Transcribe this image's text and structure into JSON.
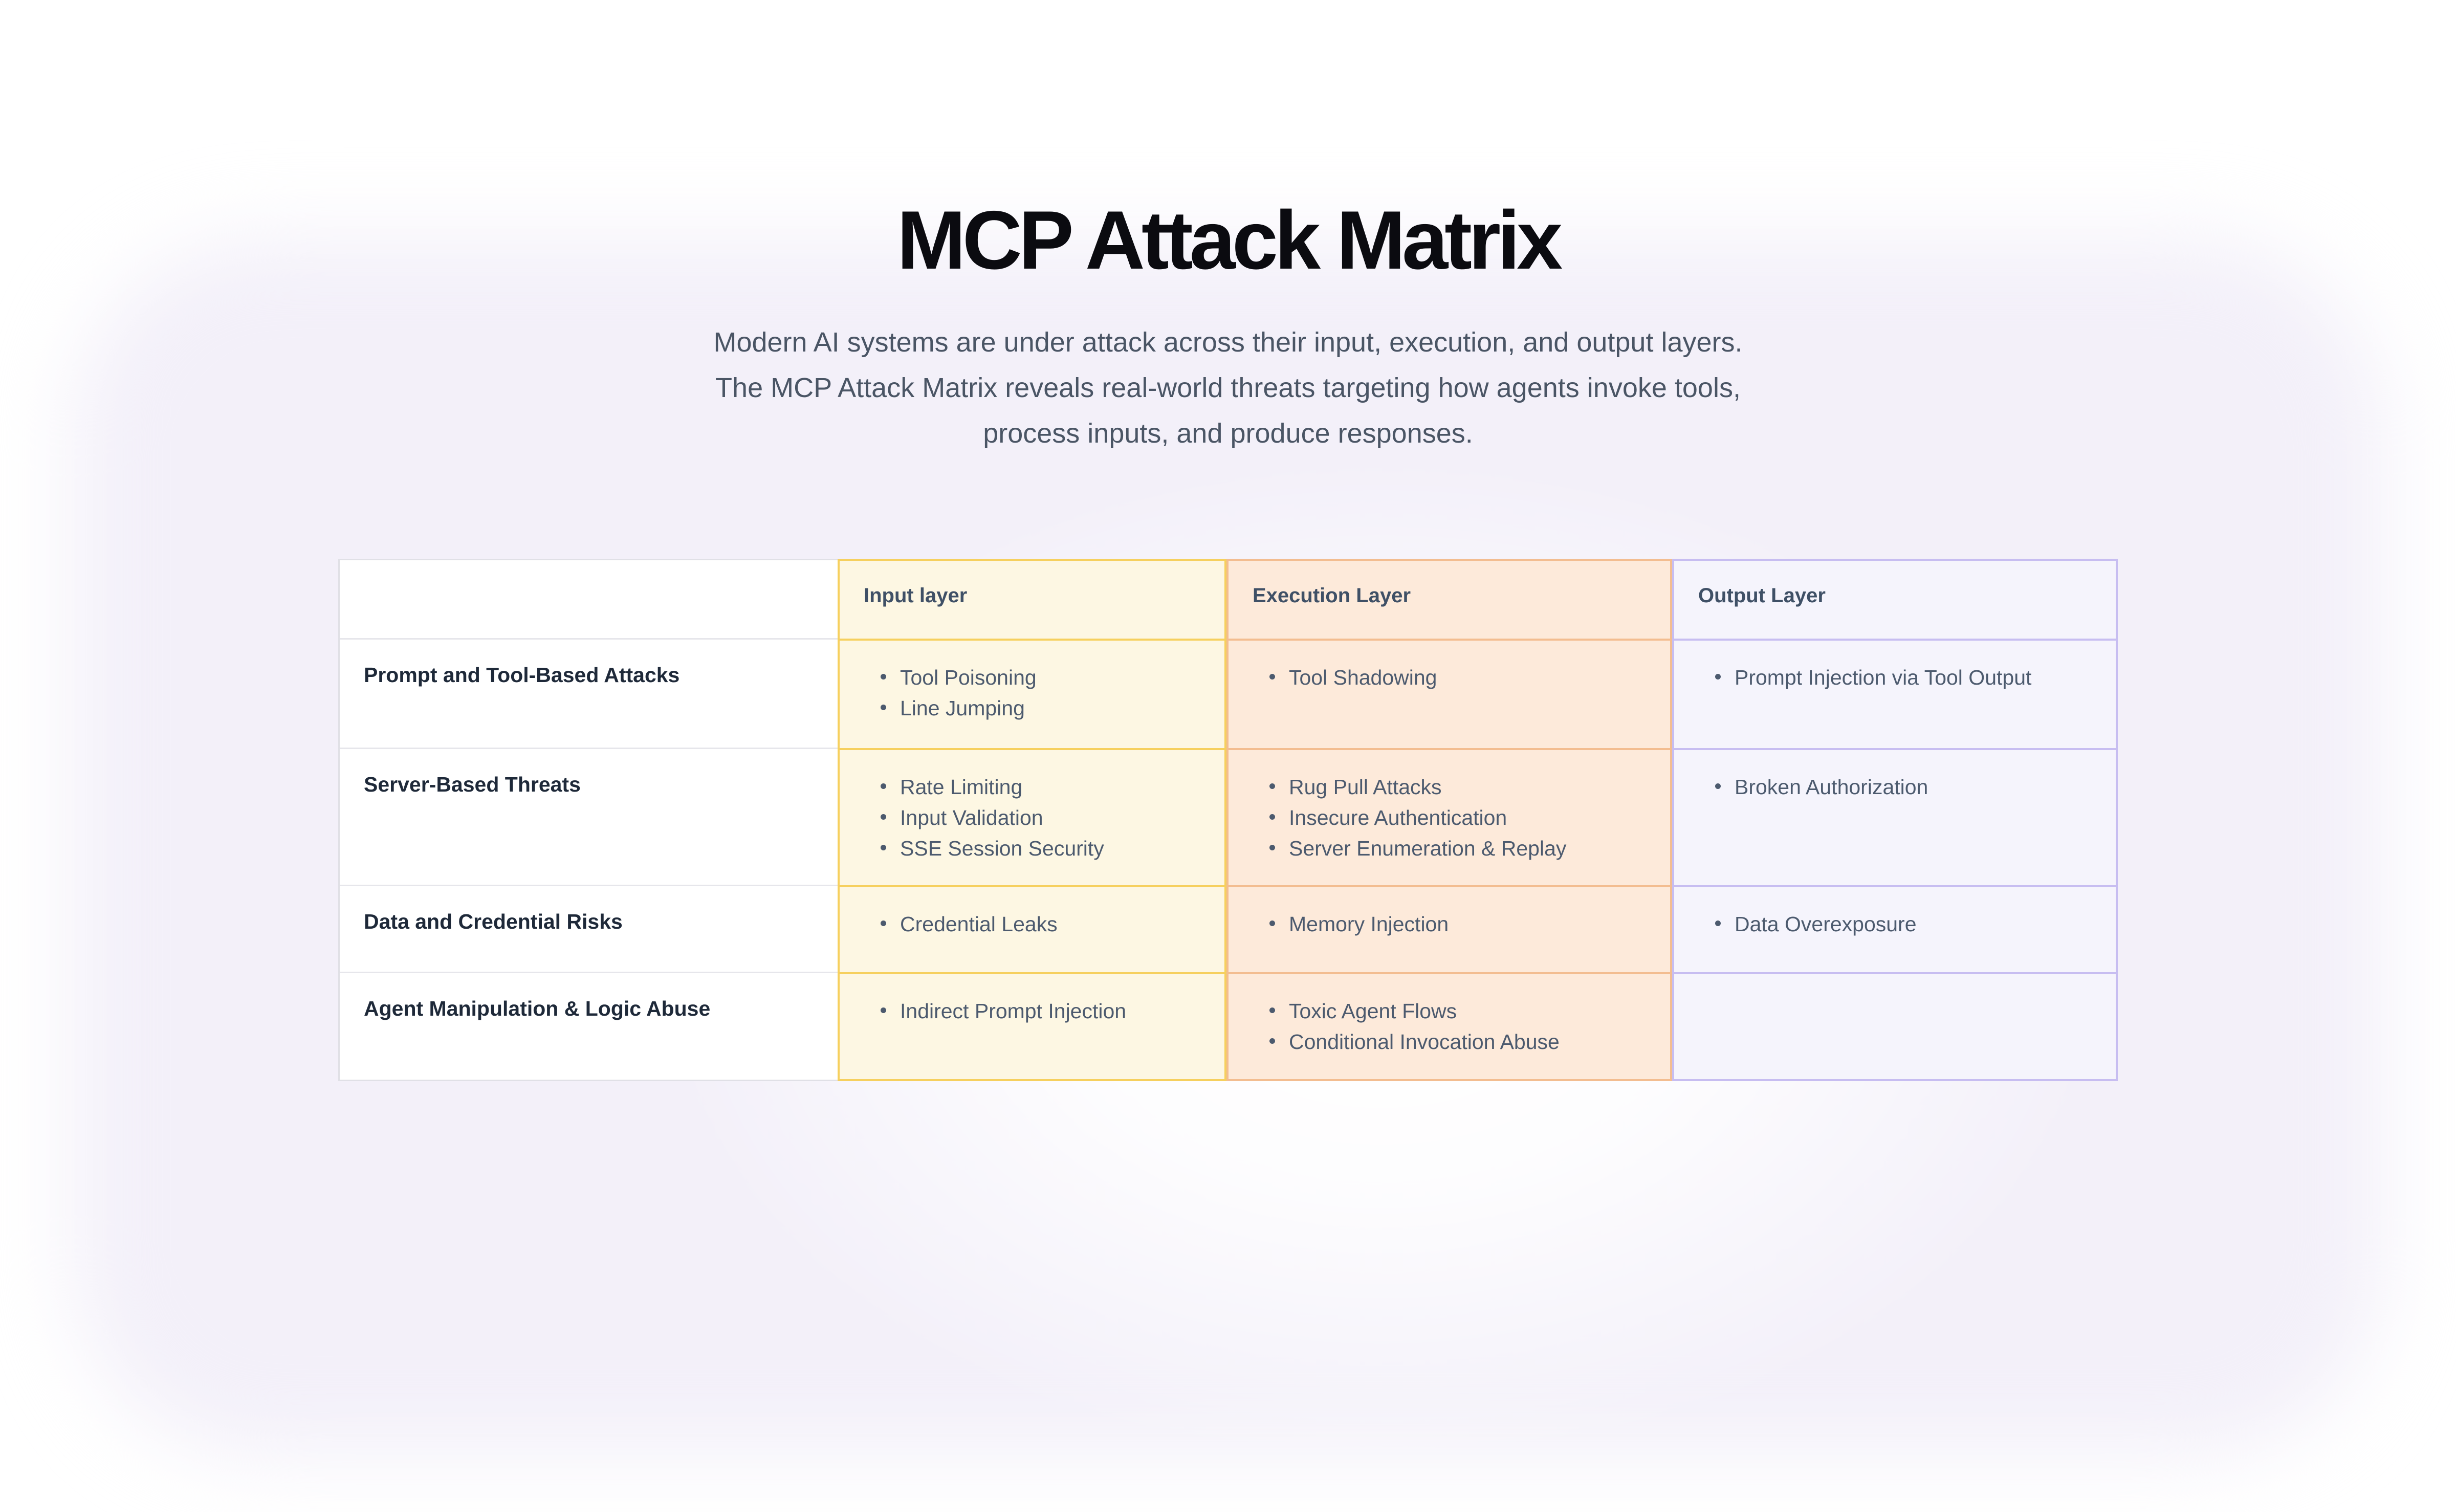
{
  "page": {
    "title": "MCP Attack Matrix",
    "subtitle_lines": [
      "Modern AI systems are under attack across their input, execution, and output layers.",
      "The MCP Attack Matrix reveals real-world threats targeting how agents invoke tools,",
      "process inputs, and produce responses."
    ]
  },
  "colors": {
    "page_background": "#f3f0f9",
    "title_text": "#0b0b10",
    "subtitle_text": "#4a5565",
    "category_text": "#1e2939",
    "threat_text": "#4c5a6e",
    "label_column_border": "#e0e0e6"
  },
  "matrix": {
    "columns": [
      {
        "key": "input",
        "label": "Input layer",
        "bg": "#fdf7e3",
        "border": "#f6d05e"
      },
      {
        "key": "execution",
        "label": "Execution Layer",
        "bg": "#fdeada",
        "border": "#f3bd90"
      },
      {
        "key": "output",
        "label": "Output Layer",
        "bg": "#f5f4fc",
        "border": "#c7bdf1"
      }
    ],
    "rows": [
      {
        "category": "Prompt and Tool-Based Attacks",
        "input": [
          "Tool Poisoning",
          "Line Jumping"
        ],
        "execution": [
          "Tool Shadowing"
        ],
        "output": [
          "Prompt Injection via Tool Output"
        ]
      },
      {
        "category": "Server-Based Threats",
        "input": [
          "Rate Limiting",
          "Input Validation",
          "SSE Session Security"
        ],
        "execution": [
          "Rug Pull Attacks",
          "Insecure Authentication",
          "Server Enumeration & Replay"
        ],
        "output": [
          "Broken Authorization"
        ]
      },
      {
        "category": "Data and Credential Risks",
        "input": [
          "Credential Leaks"
        ],
        "execution": [
          "Memory Injection"
        ],
        "output": [
          "Data Overexposure"
        ]
      },
      {
        "category": "Agent Manipulation & Logic Abuse",
        "input": [
          "Indirect Prompt Injection"
        ],
        "execution": [
          "Toxic Agent Flows",
          "Conditional Invocation Abuse"
        ],
        "output": []
      }
    ]
  }
}
